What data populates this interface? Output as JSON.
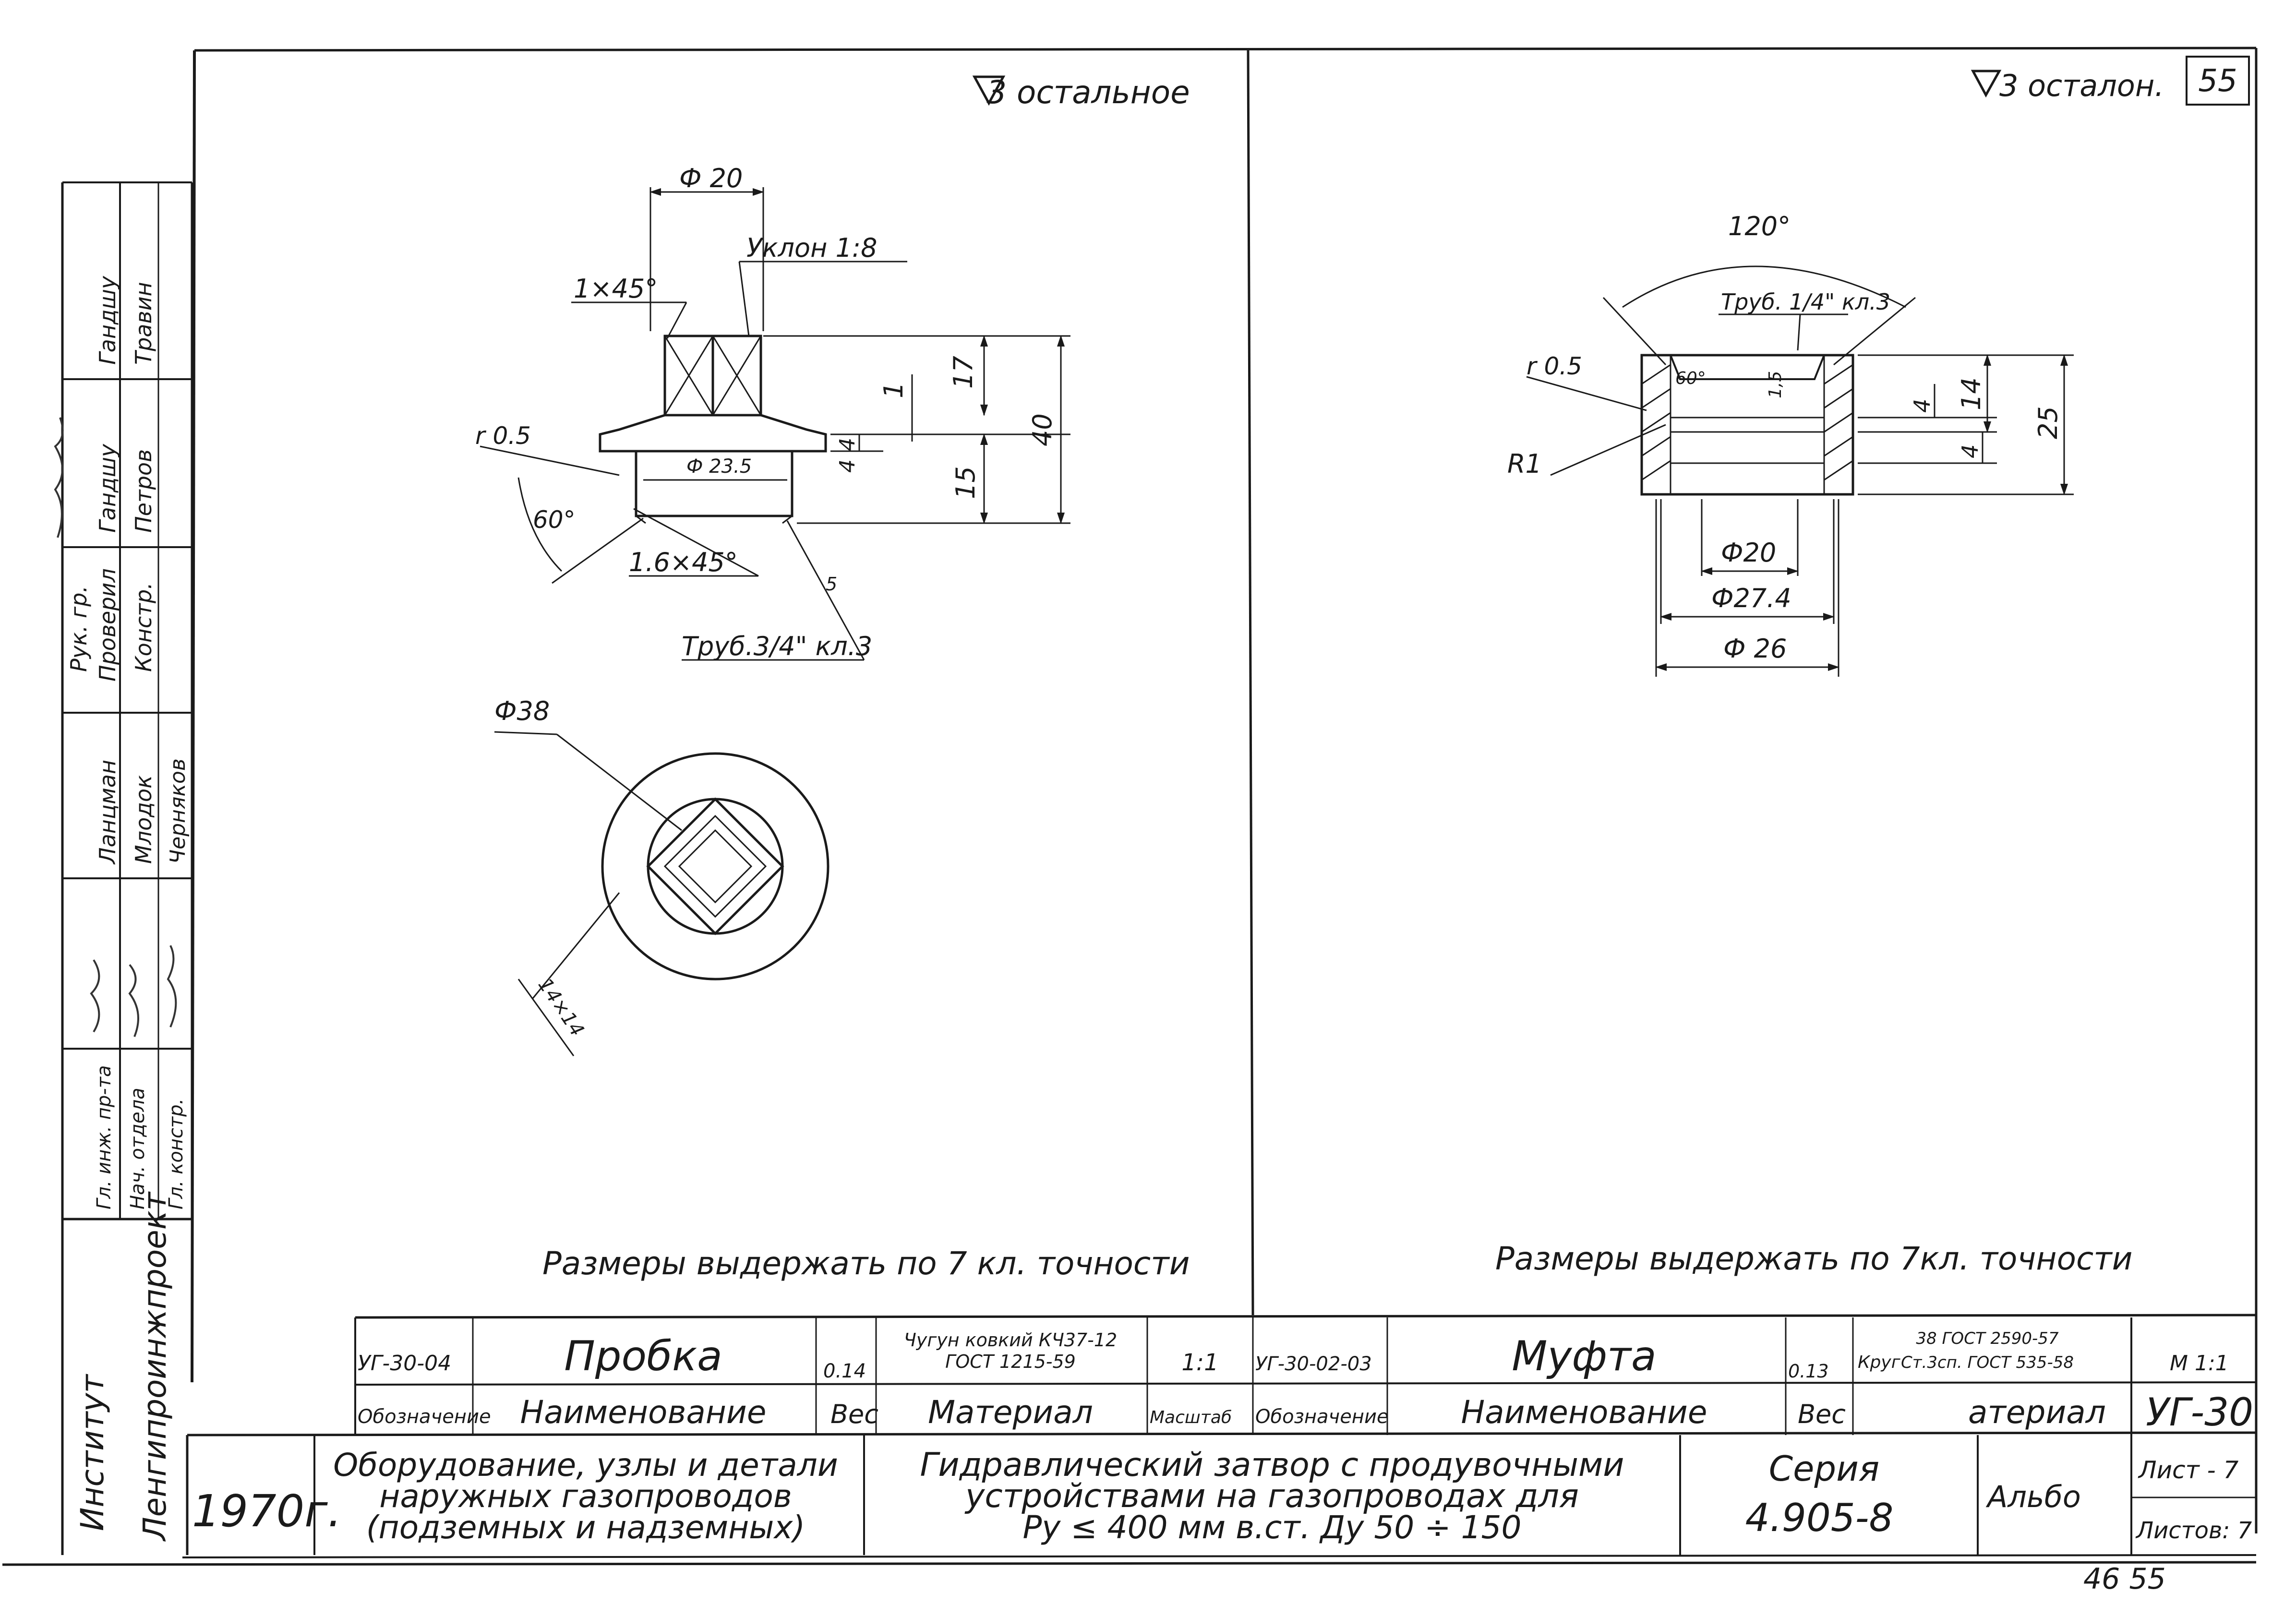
{
  "sheet": {
    "page_number": "55",
    "bottom_page_mark": "46   55",
    "year": "1970г."
  },
  "left_view": {
    "roughness": "3 остальное",
    "dim_phi20": "Ф 20",
    "taper": "Уклон 1:8",
    "chamfer_top": "1×45°",
    "radius": "r 0.5",
    "dim_phi23_5": "Ф 23.5",
    "angle": "60°",
    "chamfer_bottom": "1.6×45°",
    "thread": "Труб.3/4\" кл.3",
    "roughness_small": "5",
    "dim_17": "17",
    "dim_1": "1",
    "dim_40": "40",
    "dim_4a": "4",
    "dim_4b": "4",
    "dim_15": "15",
    "dim_phi38": "Ф38",
    "dim_square": "14×14",
    "note": "Размеры выдержать по 7 кл. точности"
  },
  "right_view": {
    "roughness": "3 осталон.",
    "angle": "120°",
    "thread": "Труб. 1/4\" кл.3",
    "radius": "r 0.5",
    "angle_small": "60°",
    "dim_1_5": "1,5",
    "r1": "R1",
    "dim_4a": "4",
    "dim_14": "14",
    "dim_4b": "4",
    "dim_25": "25",
    "dim_phi20": "Ф20",
    "dim_phi27_4": "Ф27.4",
    "dim_phi26": "Ф 26",
    "note": "Размеры выдержать по 7кл. точности"
  },
  "left_stamp": {
    "roles": [
      "Рук. гр.",
      "Проверил",
      "Констр.",
      "Гл. инж. пр-та",
      "Нач. отдела",
      "Гл. констр."
    ],
    "names": [
      "Гандшу",
      "Травин",
      "Гандшу",
      "Петров",
      "Ланцман",
      "Млодок",
      "Черняков"
    ],
    "institute_label": "Институт",
    "institute": "Ленгипроинжпроект"
  },
  "spec": {
    "p1_code": "УГ-30-04",
    "p1_name": "Пробка",
    "p1_weight": "0.14",
    "p1_material_1": "Чугун ковкий КЧ37-12",
    "p1_material_2": "ГОСТ 1215-59",
    "p1_scale": "1:1",
    "p2_code": "УГ-30-02-03",
    "p2_name": "Муфта",
    "p2_weight": "0.13",
    "p2_material_1": "38 ГОСТ 2590-57",
    "p2_material_2": "Ст.3сп. ГОСТ 535-58",
    "p2_material_word": "Круг",
    "p2_scale": "М 1:1",
    "h_code": "Обозначение",
    "h_name": "Наименование",
    "h_weight": "Вес",
    "h_material": "Материал",
    "h_scale": "Масштаб",
    "h_code_2": "Обозначение",
    "h_name_2": "Наименование",
    "h_weight_2": "Вес",
    "h_material_2": "атериал",
    "doc_code": "УГ-30"
  },
  "title_block": {
    "left_1": "Оборудование, узлы и детали",
    "left_2": "наружных газопроводов",
    "left_3": "(подземных и надземных)",
    "mid_1": "Гидравлический затвор с продувочными",
    "mid_2": "устройствами на газопроводах для",
    "mid_3": "Ру ≤ 400 мм в.ст. Ду 50 ÷ 150",
    "series_label": "Серия",
    "series": "4.905-8",
    "album": "Альбо",
    "sheet_label": "Лист - 7",
    "sheets_label": "Листов: 7"
  }
}
